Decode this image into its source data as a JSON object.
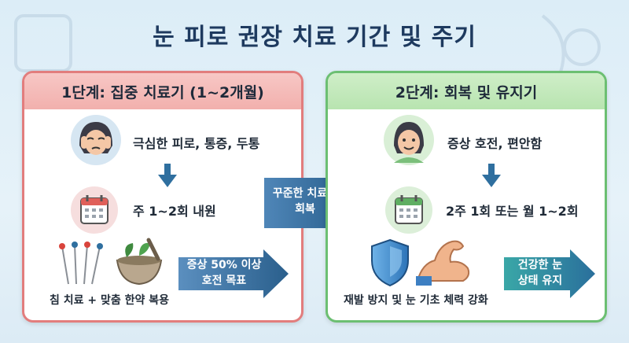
{
  "title": "눈 피로 권장 치료 기간 및 주기",
  "phase1": {
    "header": "1단계: 집중 치료기 (1~2개월)",
    "symptom": "극심한 피로, 통증, 두통",
    "visit": "주 1~2회 내원",
    "treatment": "침 치료 + 맞춤 한약 복용",
    "goal_line1": "증상 50% 이상",
    "goal_line2": "호전 목표"
  },
  "transition": {
    "line1": "꾸준한 치료로",
    "line2": "회복"
  },
  "phase2": {
    "header": "2단계: 회복 및 유지기",
    "symptom": "증상 호전, 편안함",
    "visit": "2주 1회 또는 월 1~2회",
    "treatment": "재발 방지 및 눈 기초 체력 강화",
    "goal_line1": "건강한 눈",
    "goal_line2": "상태 유지"
  },
  "colors": {
    "title": "#1e3a5f",
    "phase1_border": "#e27d7d",
    "phase2_border": "#6cbf72",
    "arrow": "#2f6f9f"
  }
}
